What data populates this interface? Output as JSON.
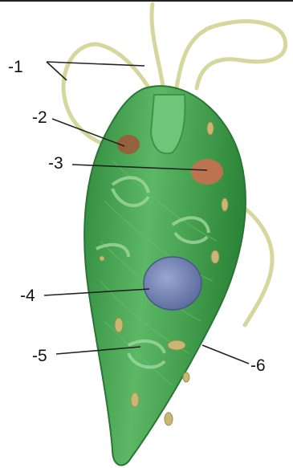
{
  "labels": {
    "l1": "-1",
    "l2": "-2",
    "l3": "-3",
    "l4": "-4",
    "l5": "-5",
    "l6": "-6"
  },
  "colors": {
    "body": "#3f9e4c",
    "body_dark": "#2a7a38",
    "body_light": "#7ac97a",
    "flagellum": "#d4d69a",
    "eyespot": "#9c5a3a",
    "vacuole": "#c87050",
    "nucleus": "#6f7fb0",
    "chloroplast": "#c9b873"
  }
}
